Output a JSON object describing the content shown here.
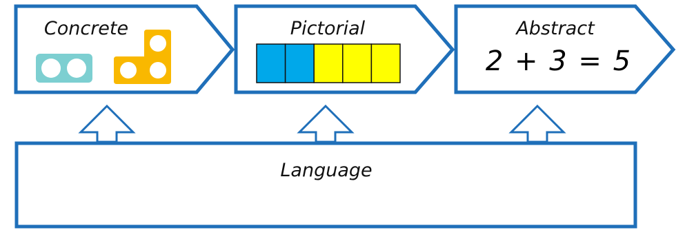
{
  "stages": [
    {
      "id": "concrete",
      "label": "Concrete"
    },
    {
      "id": "pictorial",
      "label": "Pictorial"
    },
    {
      "id": "abstract",
      "label": "Abstract",
      "equation": "2 + 3 = 5"
    }
  ],
  "foundation": {
    "label": "Language"
  },
  "colors": {
    "outline": "#1f6fb9",
    "block_teal": "#7dcfd1",
    "block_orange": "#f9b800",
    "bar_blue": "#00a8ea",
    "bar_yellow": "#ffff00"
  },
  "bar_model": {
    "blue_cells": 2,
    "yellow_cells": 3
  }
}
